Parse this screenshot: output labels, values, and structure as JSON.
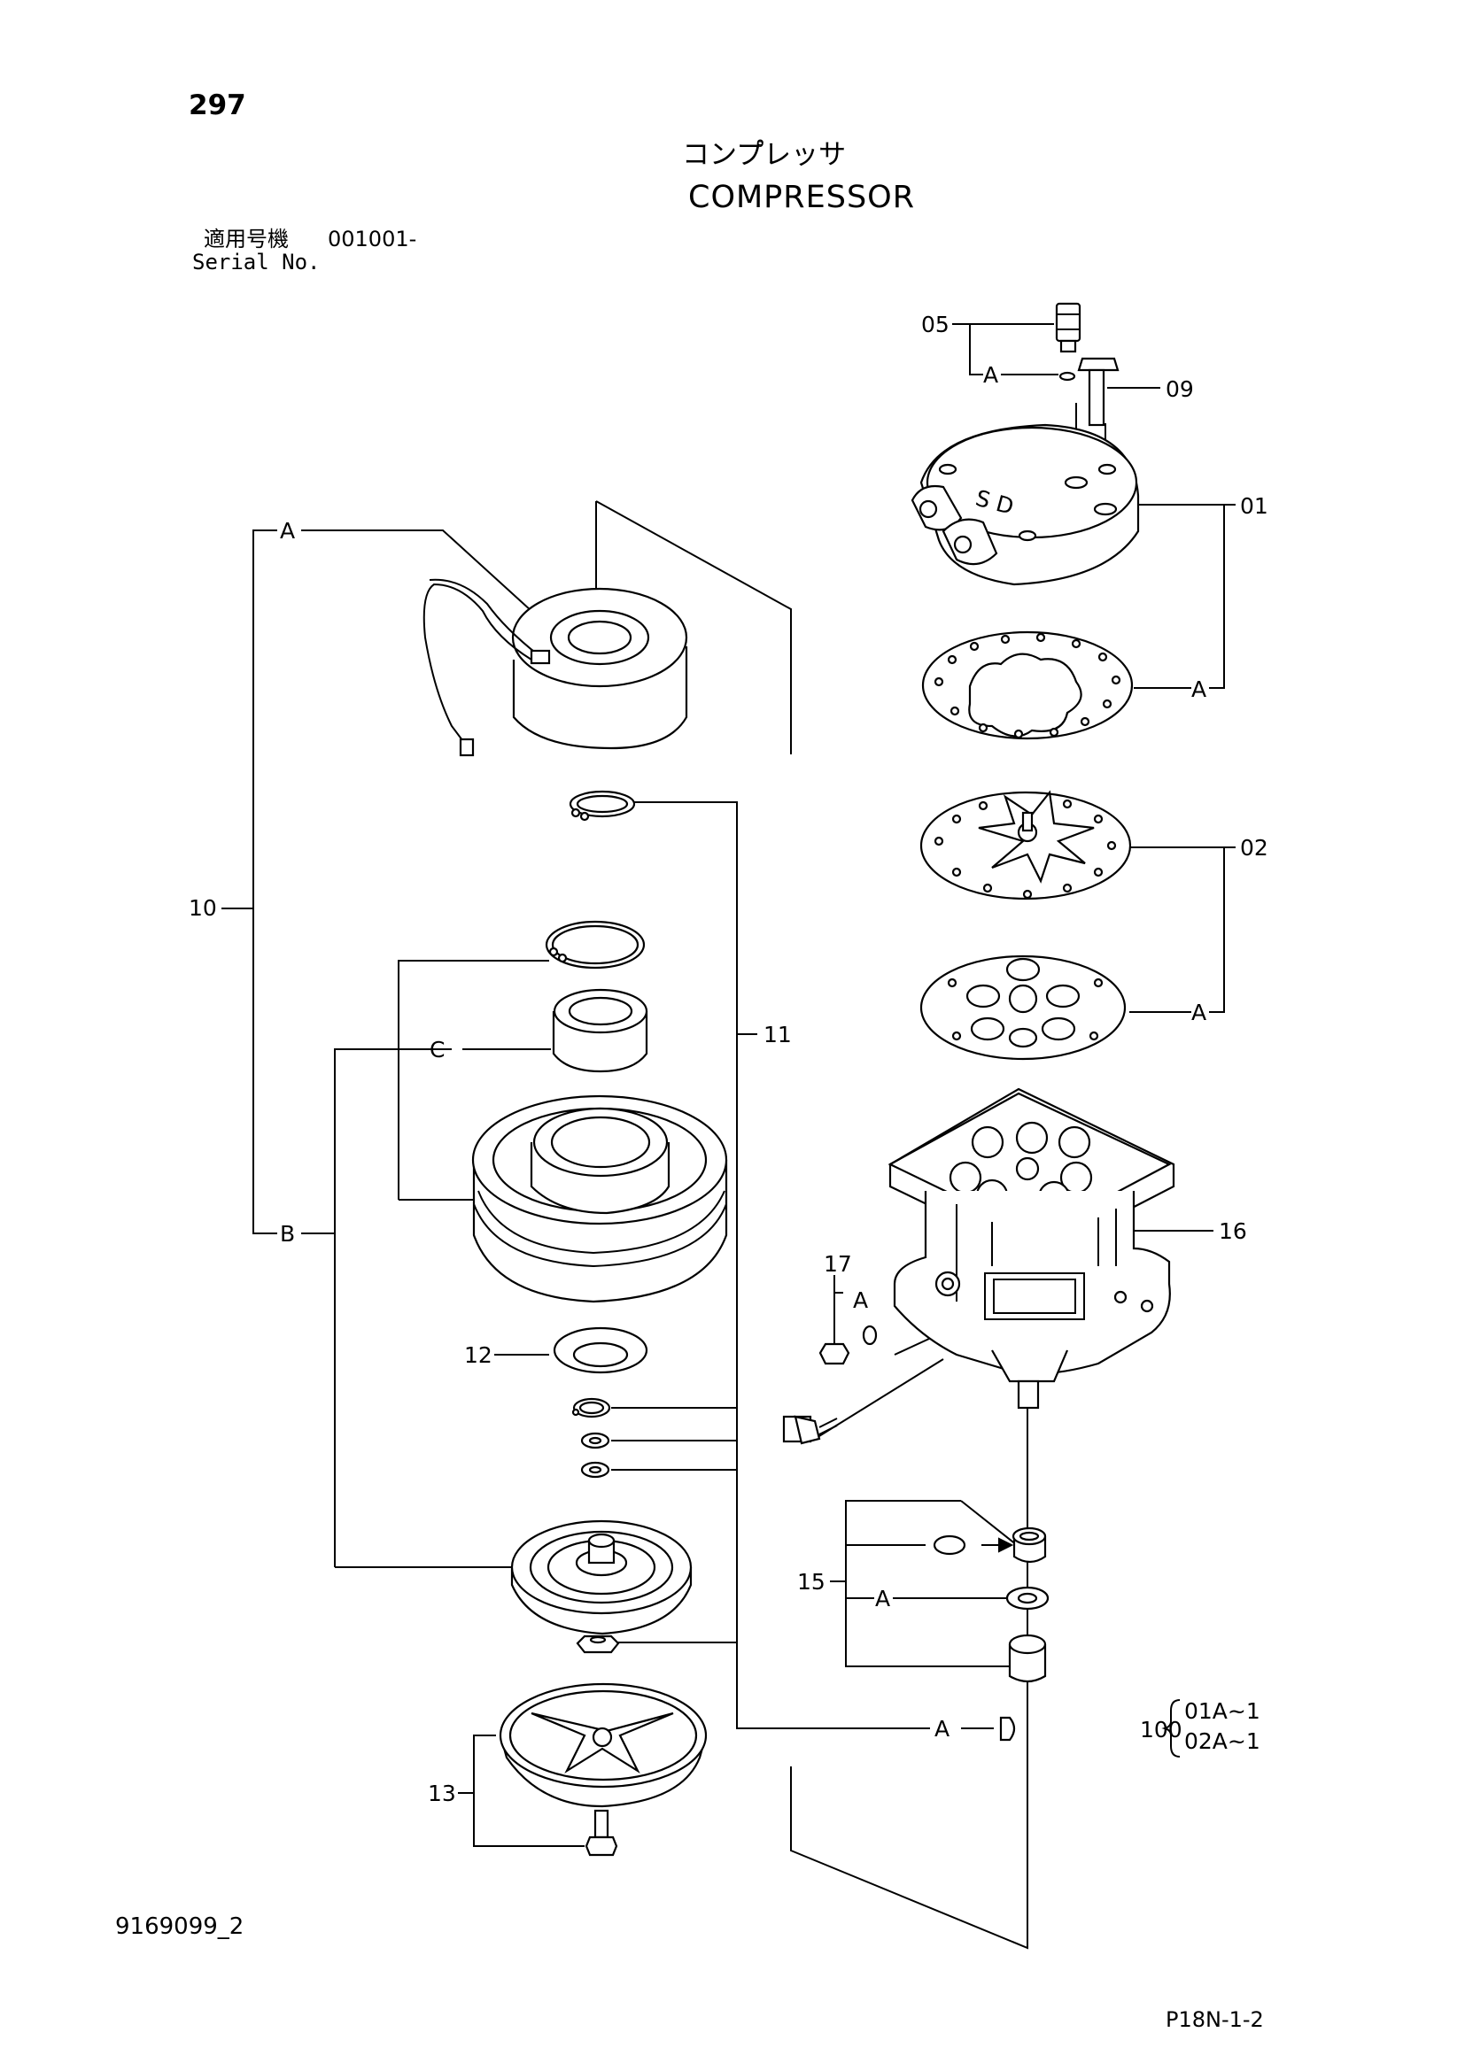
{
  "header": {
    "page_number": "297",
    "title_jp": "コンプ゚レッサ",
    "title_en": "COMPRESSOR",
    "serial_label_jp": "適用号機",
    "serial_value": "001001-",
    "serial_label_en": "Serial No."
  },
  "callouts": {
    "c05": "05",
    "c09": "09",
    "c01": "01",
    "c02": "02",
    "c10": "10",
    "c11": "11",
    "c12": "12",
    "c13": "13",
    "c15": "15",
    "c16": "16",
    "c17": "17",
    "c100": "100"
  },
  "letters": {
    "a1": "A",
    "a2": "A",
    "a3": "A",
    "a4": "A",
    "a5": "A",
    "a6": "A",
    "a7": "A",
    "b1": "B",
    "c1": "C"
  },
  "kit_items": [
    "01A~1",
    "02A~1"
  ],
  "footer": {
    "drawing_code": "9169099_2",
    "page_code": "P18N-1-2"
  }
}
